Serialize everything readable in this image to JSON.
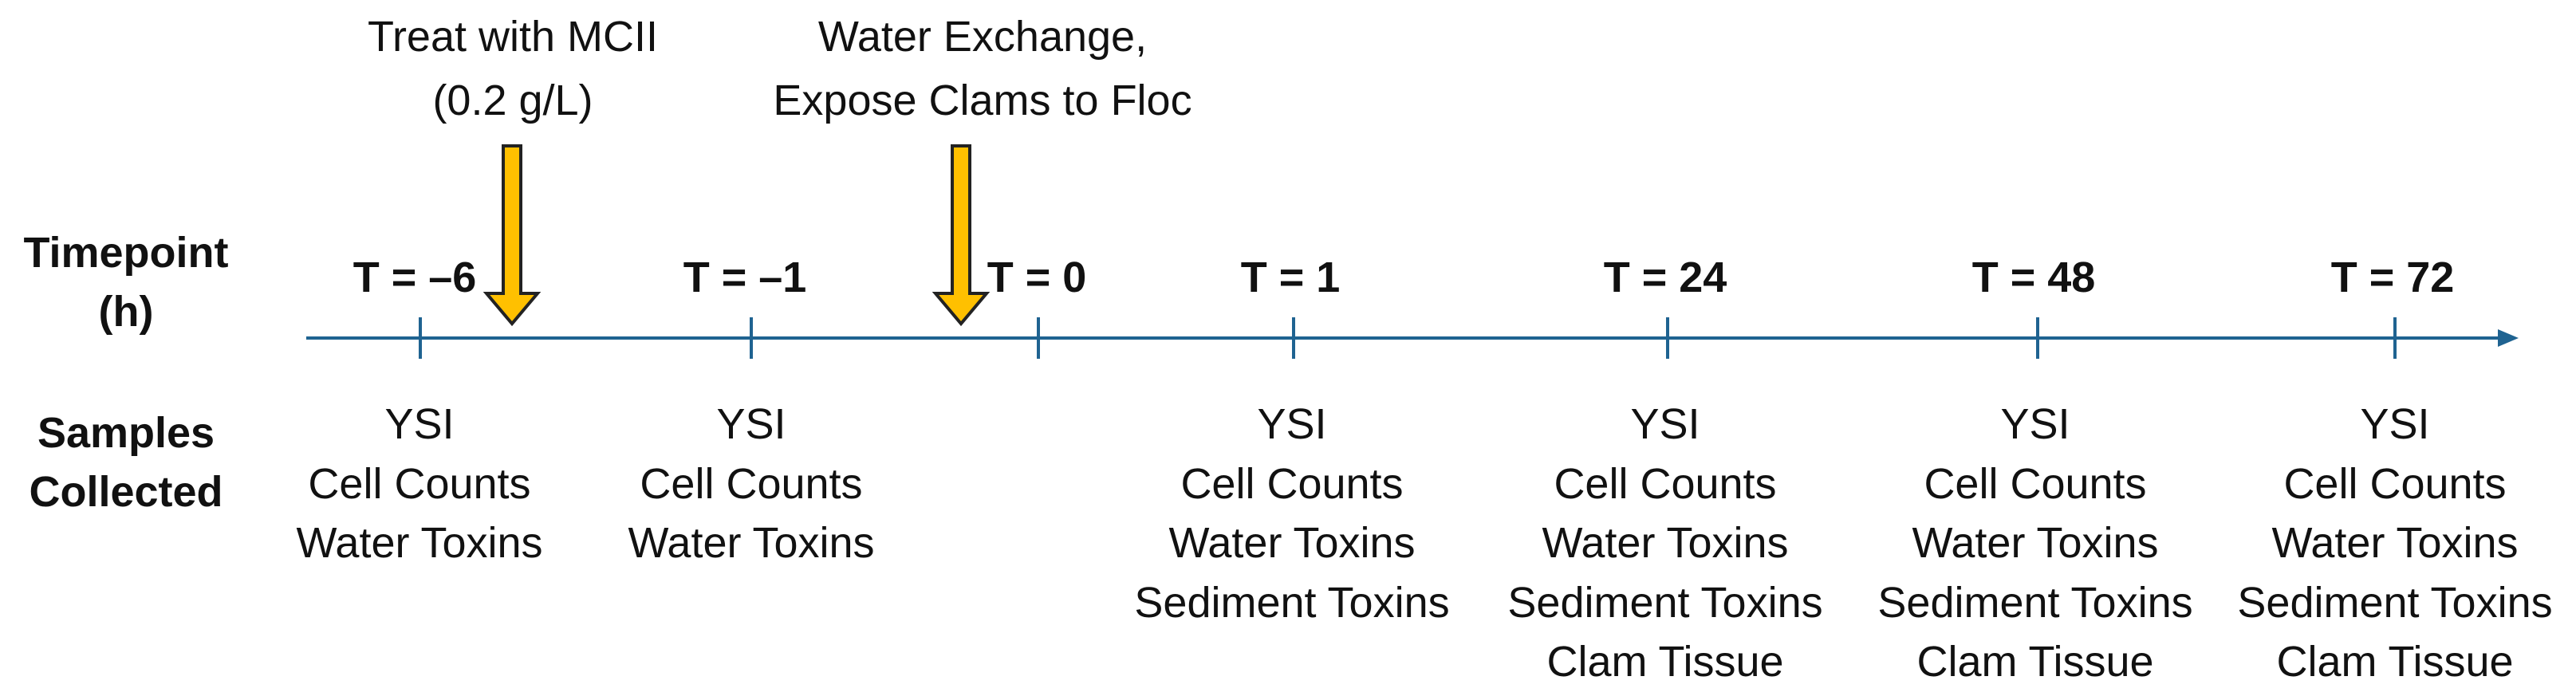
{
  "colors": {
    "axis": "#1f6391",
    "arrow_fill": "#ffc000",
    "arrow_stroke": "#222222",
    "text": "#111111"
  },
  "row_labels": {
    "timepoint": [
      "Timepoint",
      "(h)"
    ],
    "samples": [
      "Samples",
      "Collected"
    ]
  },
  "events": [
    {
      "lines": [
        "Treat with MCII",
        "(0.2 g/L)"
      ],
      "icon": "down-arrow-icon"
    },
    {
      "lines": [
        "Water Exchange,",
        "Expose Clams to Floc"
      ],
      "icon": "down-arrow-icon"
    }
  ],
  "timepoints": [
    {
      "label": "T = –6",
      "value": -6,
      "samples": [
        "YSI",
        "Cell Counts",
        "Water Toxins"
      ]
    },
    {
      "label": "T = –1",
      "value": -1,
      "samples": [
        "YSI",
        "Cell Counts",
        "Water Toxins"
      ]
    },
    {
      "label": "T = 0",
      "value": 0,
      "samples": []
    },
    {
      "label": "T = 1",
      "value": 1,
      "samples": [
        "YSI",
        "Cell Counts",
        "Water Toxins",
        "Sediment Toxins"
      ]
    },
    {
      "label": "T = 24",
      "value": 24,
      "samples": [
        "YSI",
        "Cell Counts",
        "Water Toxins",
        "Sediment Toxins",
        "Clam Tissue"
      ]
    },
    {
      "label": "T = 48",
      "value": 48,
      "samples": [
        "YSI",
        "Cell Counts",
        "Water Toxins",
        "Sediment Toxins",
        "Clam Tissue"
      ]
    },
    {
      "label": "T = 72",
      "value": 72,
      "samples": [
        "YSI",
        "Cell Counts",
        "Water Toxins",
        "Sediment Toxins",
        "Clam Tissue"
      ]
    }
  ]
}
